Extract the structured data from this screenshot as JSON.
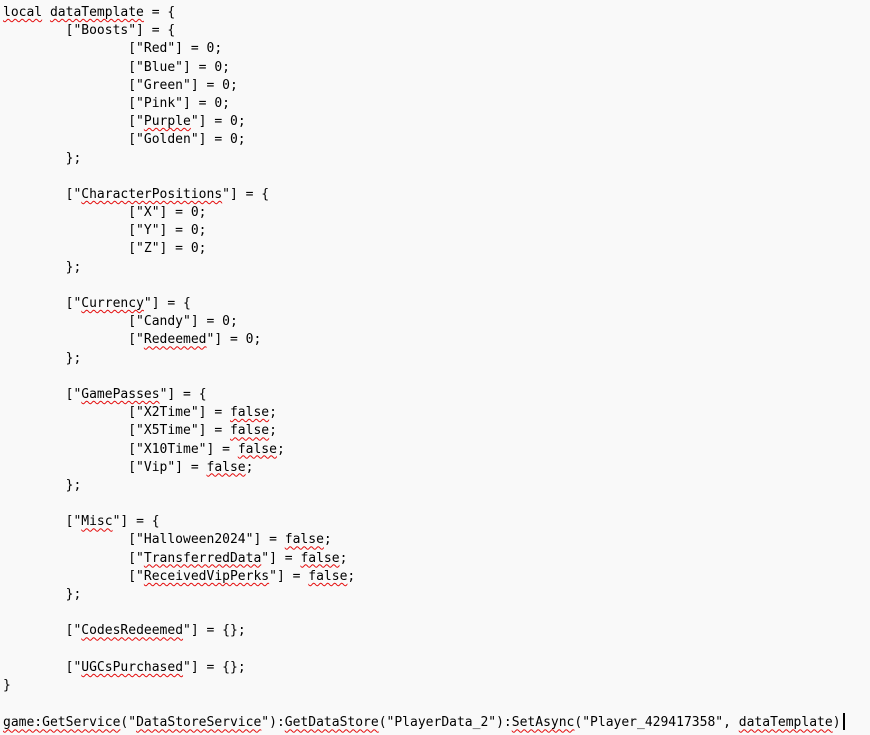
{
  "colors": {
    "background": "#f9f9f9",
    "text": "#000000",
    "squiggle": "#e40b0b",
    "caret": "#000000"
  },
  "editor": {
    "language": "lua",
    "caret_visible": true,
    "caret_line_index": 39,
    "lines": [
      {
        "segments": [
          [
            "local",
            true
          ],
          [
            " ",
            false
          ],
          [
            "dataTemplate",
            true
          ],
          [
            " = {",
            false
          ]
        ]
      },
      {
        "segments": [
          [
            "        [\"Boosts\"] = {",
            false
          ]
        ]
      },
      {
        "segments": [
          [
            "                [\"Red\"] = 0;",
            false
          ]
        ]
      },
      {
        "segments": [
          [
            "                [\"Blue\"] = 0;",
            false
          ]
        ]
      },
      {
        "segments": [
          [
            "                [\"Green\"] = 0;",
            false
          ]
        ]
      },
      {
        "segments": [
          [
            "                [\"Pink\"] = 0;",
            false
          ]
        ]
      },
      {
        "segments": [
          [
            "                [\"",
            false
          ],
          [
            "Purple",
            true
          ],
          [
            "\"] = 0;",
            false
          ]
        ]
      },
      {
        "segments": [
          [
            "                [\"Golden\"] = 0;",
            false
          ]
        ]
      },
      {
        "segments": [
          [
            "        };",
            false
          ]
        ]
      },
      {
        "segments": []
      },
      {
        "segments": [
          [
            "        [\"",
            false
          ],
          [
            "CharacterPositions",
            true
          ],
          [
            "\"] = {",
            false
          ]
        ]
      },
      {
        "segments": [
          [
            "                [\"X\"] = 0;",
            false
          ]
        ]
      },
      {
        "segments": [
          [
            "                [\"Y\"] = 0;",
            false
          ]
        ]
      },
      {
        "segments": [
          [
            "                [\"Z\"] = 0;",
            false
          ]
        ]
      },
      {
        "segments": [
          [
            "        };",
            false
          ]
        ]
      },
      {
        "segments": []
      },
      {
        "segments": [
          [
            "        [\"",
            false
          ],
          [
            "Currency",
            true
          ],
          [
            "\"] = {",
            false
          ]
        ]
      },
      {
        "segments": [
          [
            "                [\"Candy\"] = 0;",
            false
          ]
        ]
      },
      {
        "segments": [
          [
            "                [\"",
            false
          ],
          [
            "Redeemed",
            true
          ],
          [
            "\"] = 0;",
            false
          ]
        ]
      },
      {
        "segments": [
          [
            "        };",
            false
          ]
        ]
      },
      {
        "segments": []
      },
      {
        "segments": [
          [
            "        [\"",
            false
          ],
          [
            "GamePasses",
            true
          ],
          [
            "\"] = {",
            false
          ]
        ]
      },
      {
        "segments": [
          [
            "                [\"X2Time\"] = ",
            false
          ],
          [
            "false",
            true
          ],
          [
            ";",
            false
          ]
        ]
      },
      {
        "segments": [
          [
            "                [\"X5Time\"] = ",
            false
          ],
          [
            "false",
            true
          ],
          [
            ";",
            false
          ]
        ]
      },
      {
        "segments": [
          [
            "                [\"X10Time\"] = ",
            false
          ],
          [
            "false",
            true
          ],
          [
            ";",
            false
          ]
        ]
      },
      {
        "segments": [
          [
            "                [\"Vip\"] = ",
            false
          ],
          [
            "false",
            true
          ],
          [
            ";",
            false
          ]
        ]
      },
      {
        "segments": [
          [
            "        };",
            false
          ]
        ]
      },
      {
        "segments": []
      },
      {
        "segments": [
          [
            "        [\"",
            false
          ],
          [
            "Misc",
            true
          ],
          [
            "\"] = {",
            false
          ]
        ]
      },
      {
        "segments": [
          [
            "                [\"Halloween2024\"] = ",
            false
          ],
          [
            "false",
            true
          ],
          [
            ";",
            false
          ]
        ]
      },
      {
        "segments": [
          [
            "                [\"",
            false
          ],
          [
            "TransferredData",
            true
          ],
          [
            "\"] = ",
            false
          ],
          [
            "false",
            true
          ],
          [
            ";",
            false
          ]
        ]
      },
      {
        "segments": [
          [
            "                [\"",
            false
          ],
          [
            "ReceivedVipPerks",
            true
          ],
          [
            "\"] = ",
            false
          ],
          [
            "false",
            true
          ],
          [
            ";",
            false
          ]
        ]
      },
      {
        "segments": [
          [
            "        };",
            false
          ]
        ]
      },
      {
        "segments": []
      },
      {
        "segments": [
          [
            "        [\"",
            false
          ],
          [
            "CodesRedeemed",
            true
          ],
          [
            "\"] = {};",
            false
          ]
        ]
      },
      {
        "segments": []
      },
      {
        "segments": [
          [
            "        [\"",
            false
          ],
          [
            "UGCsPurchased",
            true
          ],
          [
            "\"] = {};",
            false
          ]
        ]
      },
      {
        "segments": [
          [
            "}",
            false
          ]
        ]
      },
      {
        "segments": []
      },
      {
        "segments": [
          [
            "game:GetService",
            true
          ],
          [
            "(\"",
            false
          ],
          [
            "DataStoreService",
            true
          ],
          [
            "\"):",
            false
          ],
          [
            "GetDataStore",
            true
          ],
          [
            "(\"PlayerData_2\"):",
            false
          ],
          [
            "SetAsync",
            true
          ],
          [
            "(\"Player_429417358\", ",
            false
          ],
          [
            "dataTemplate",
            true
          ],
          [
            ")",
            false
          ]
        ]
      }
    ]
  }
}
